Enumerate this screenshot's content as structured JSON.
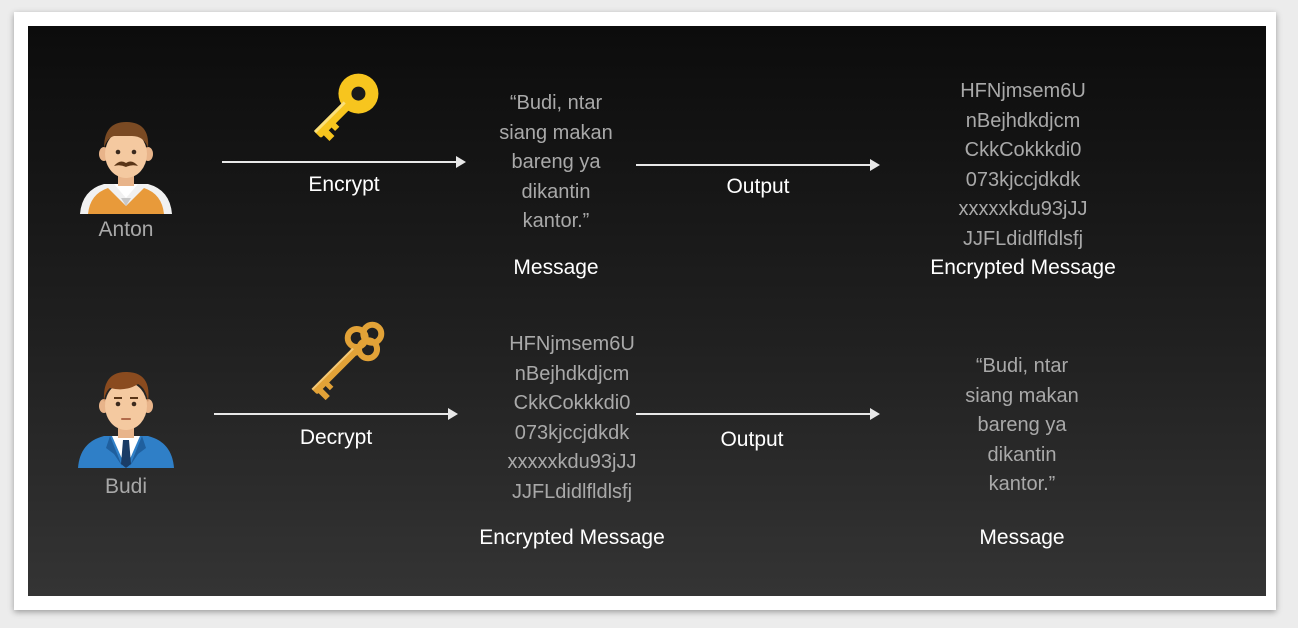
{
  "top": {
    "sender_name": "Anton",
    "action_label": "Encrypt",
    "message_lines": [
      "“Budi, ntar",
      "siang makan",
      "bareng ya",
      "dikantin",
      "kantor.”"
    ],
    "message_caption": "Message",
    "output_label": "Output",
    "cipher_lines": [
      "HFNjmsem6U",
      "nBejhdkdjcm",
      "CkkCokkkdi0",
      "073kjccjdkdk",
      "xxxxxkdu93jJJ",
      "JJFLdidlfldlsfj"
    ],
    "cipher_caption": "Encrypted Message",
    "key_icon": "gold-key-icon"
  },
  "bottom": {
    "receiver_name": "Budi",
    "action_label": "Decrypt",
    "cipher_lines": [
      "HFNjmsem6U",
      "nBejhdkdjcm",
      "CkkCokkkdi0",
      "073kjccjdkdk",
      "xxxxxkdu93jJJ",
      "JJFLdidlfldlsfj"
    ],
    "cipher_caption": "Encrypted Message",
    "output_label": "Output",
    "message_lines": [
      "“Budi, ntar",
      "siang makan",
      "bareng ya",
      "dikantin",
      "kantor.”"
    ],
    "message_caption": "Message",
    "key_icon": "ornate-key-icon"
  },
  "colors": {
    "key_gold": "#f7c51e",
    "key_bronze": "#e2a237",
    "text_gray": "#a9a9a9",
    "text_white": "#ffffff"
  }
}
